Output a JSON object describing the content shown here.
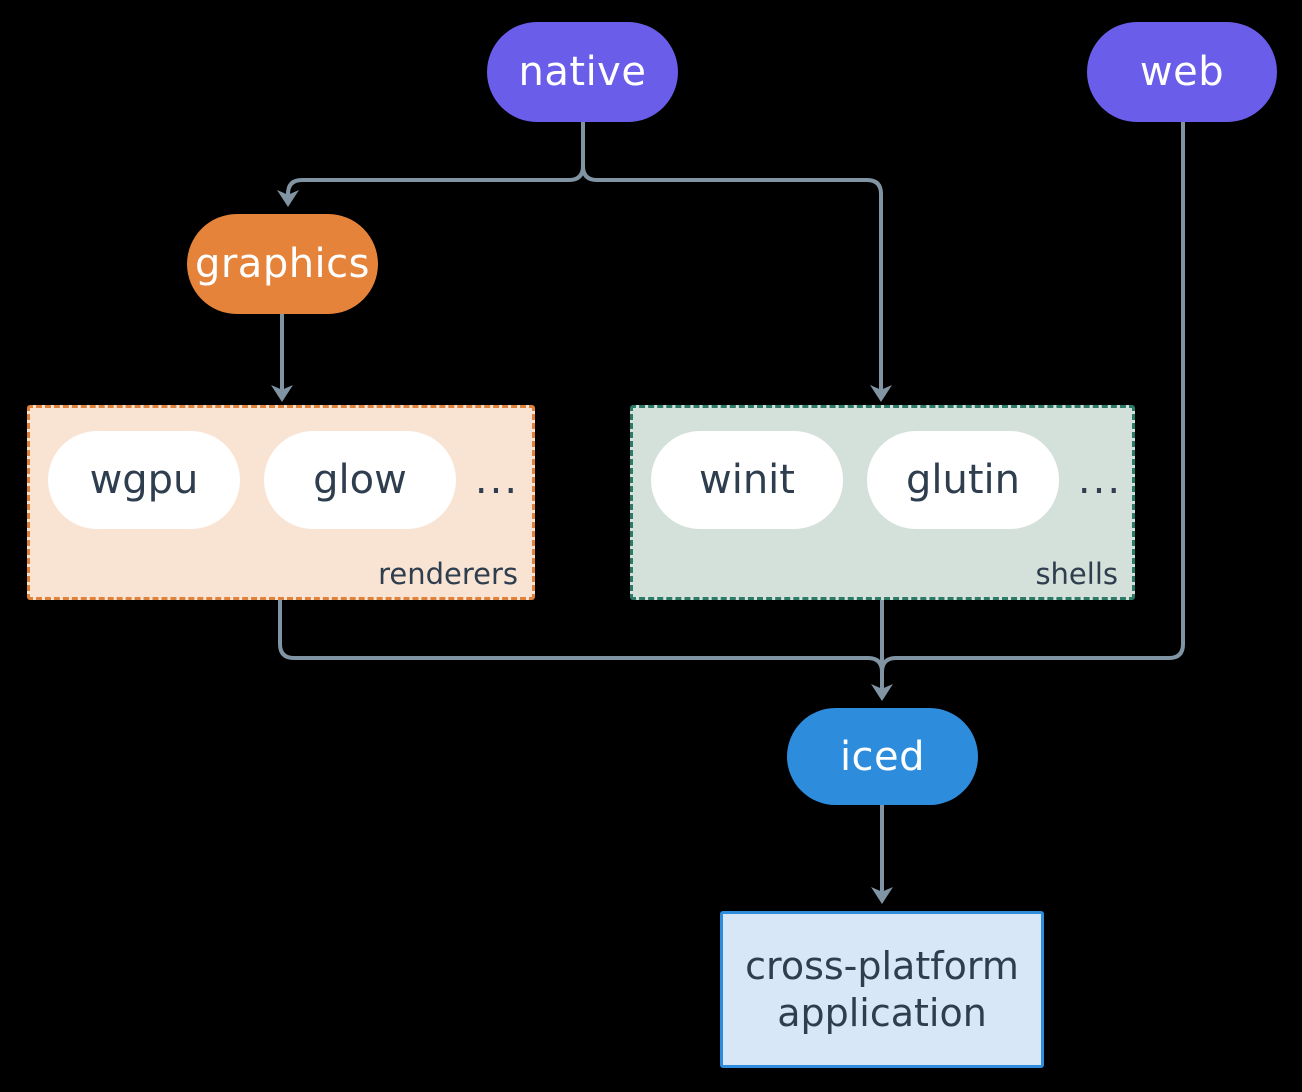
{
  "diagram": {
    "background_color": "#000000",
    "connector_color": "#8094a3",
    "nodes": {
      "native": {
        "label": "native",
        "fill": "#6a5de9",
        "text_color": "#ffffff"
      },
      "web": {
        "label": "web",
        "fill": "#6a5de9",
        "text_color": "#ffffff"
      },
      "graphics": {
        "label": "graphics",
        "fill": "#e5833b",
        "text_color": "#ffffff"
      },
      "iced": {
        "label": "iced",
        "fill": "#2d8cdc",
        "text_color": "#ffffff"
      },
      "application": {
        "line1": "cross-platform",
        "line2": "application",
        "fill": "#d7e7f8",
        "border_color": "#2d8cdc",
        "text_color": "#2f3e4f"
      }
    },
    "groups": {
      "renderers": {
        "label": "renderers",
        "fill": "#f9e4d4",
        "border_color": "#e0813c",
        "item_text_color": "#2f3e4f",
        "items": [
          "wgpu",
          "glow"
        ],
        "ellipsis": "..."
      },
      "shells": {
        "label": "shells",
        "fill": "#d4e1da",
        "border_color": "#2d7a68",
        "item_text_color": "#2f3e4f",
        "items": [
          "winit",
          "glutin"
        ],
        "ellipsis": "..."
      }
    },
    "edges": [
      {
        "from": "native",
        "to": "graphics"
      },
      {
        "from": "native",
        "to": "shells"
      },
      {
        "from": "graphics",
        "to": "renderers"
      },
      {
        "from": "renderers",
        "to": "iced"
      },
      {
        "from": "shells",
        "to": "iced"
      },
      {
        "from": "web",
        "to": "iced"
      },
      {
        "from": "iced",
        "to": "application"
      }
    ]
  }
}
